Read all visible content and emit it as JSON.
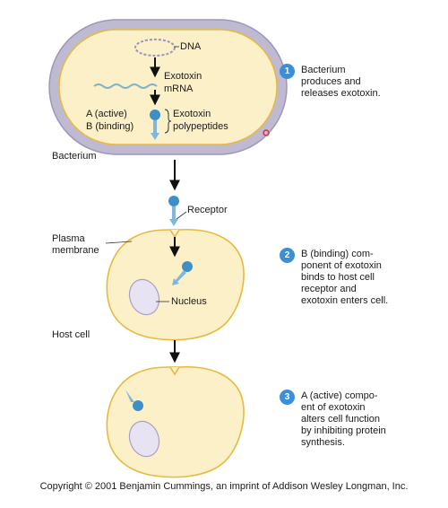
{
  "labels": {
    "dna": "DNA",
    "exotoxin_mrna_1": "Exotoxin",
    "exotoxin_mrna_2": "mRNA",
    "a_active": "A (active)",
    "b_binding": "B (binding)",
    "polypeptides_1": "Exotoxin",
    "polypeptides_2": "polypeptides",
    "bacterium": "Bacterium",
    "receptor": "Receptor",
    "plasma_membrane_1": "Plasma",
    "plasma_membrane_2": "membrane",
    "nucleus": "Nucleus",
    "host_cell": "Host cell"
  },
  "steps": [
    {
      "number": "1",
      "lines": [
        "Bacterium",
        "produces and",
        "releases exotoxin."
      ]
    },
    {
      "number": "2",
      "lines": [
        "B (binding) com-",
        "ponent of exotoxin",
        "binds to host cell",
        "receptor and",
        "exotoxin enters cell."
      ]
    },
    {
      "number": "3",
      "lines": [
        "A (active) compo-",
        "ent of exotoxin",
        "alters cell function",
        "by inhibiting protein",
        "synthesis."
      ]
    }
  ],
  "copyright": "Copyright © 2001 Benjamin Cummings, an imprint of Addison Wesley Longman, Inc.",
  "colors": {
    "cell_fill": "#fbf0c8",
    "cell_stroke": "#e8b93c",
    "capsule_outer": "#bfbad2",
    "toxin_a": "#3f8fc6",
    "toxin_b": "#7fb7df",
    "nucleus_fill": "#e8e3f2",
    "nucleus_stroke": "#a8a0c4",
    "badge": "#3b8fd9"
  }
}
